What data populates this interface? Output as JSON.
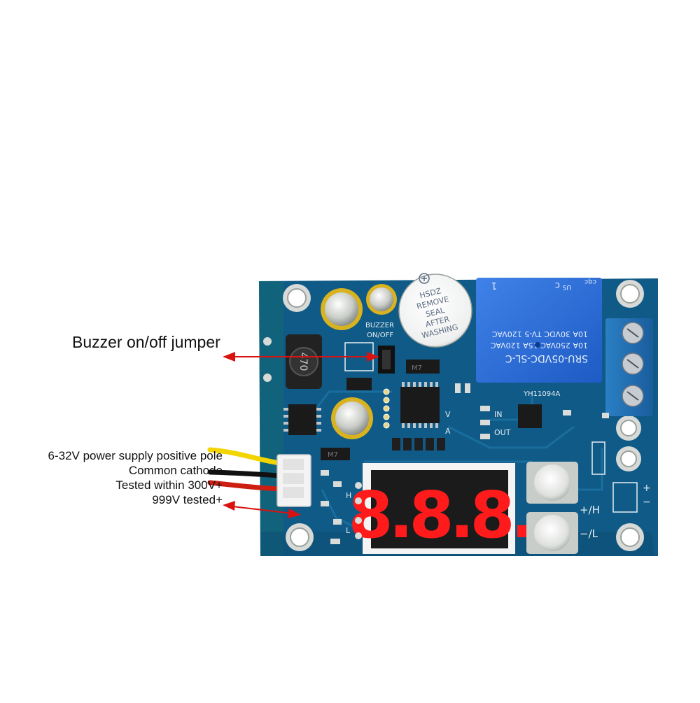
{
  "callouts": {
    "buzzer_jumper": "Buzzer on/off jumper",
    "power_positive": "6-32V power supply positive pole",
    "common_cathode": "Common cathode",
    "tested_300v": "Tested within 300V+",
    "tested_999v": "999V tested+"
  },
  "board": {
    "buzzer_label": [
      "BUZZER",
      "ON/OFF"
    ],
    "buzzer_sticker": [
      "HSDZ",
      "REMOVE",
      "SEAL",
      "AFTER",
      "WASHING"
    ],
    "relay_lines": [
      "SRU-05VDC-SL-C",
      "10A 250VAC 15A 120VAC",
      "10A 30VDC TV-5 120VAC"
    ],
    "relay_marks": [
      "1",
      "c",
      "US",
      "cqc"
    ],
    "model": "YH11094A",
    "inductor": "470",
    "diode": "M7",
    "diode2": "M7",
    "pin_labels": [
      "V",
      "A",
      "IN",
      "OUT"
    ],
    "button_labels": [
      "+/H",
      "−/L"
    ],
    "side_labels": [
      "H",
      "L"
    ],
    "terminal_signs": [
      "+",
      "−"
    ],
    "display_digits": "8.8.8."
  },
  "colors": {
    "pcb": "#0f5a86",
    "wire_yellow": "#f1d400",
    "wire_black": "#111111",
    "wire_red": "#cc1f12",
    "arrow_red": "#d9120f",
    "display_on": "#ff1b1b"
  }
}
